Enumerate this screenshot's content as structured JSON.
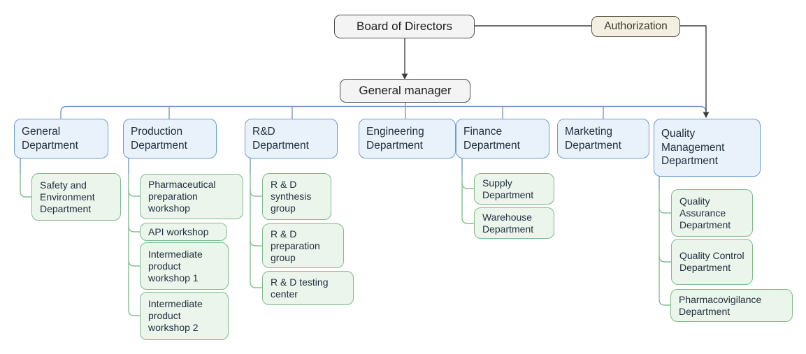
{
  "org": {
    "board": "Board of Directors",
    "authorization": "Authorization",
    "general_manager": "General manager",
    "departments": [
      {
        "label": "General Department",
        "children": [
          "Safety and Environment Department"
        ]
      },
      {
        "label": "Production Department",
        "children": [
          "Pharmaceutical preparation workshop",
          "API workshop",
          "Intermediate product workshop 1",
          "Intermediate product workshop 2"
        ]
      },
      {
        "label": "R&D Department",
        "children": [
          "R & D synthesis group",
          "R & D preparation group",
          "R & D testing center"
        ]
      },
      {
        "label": "Engineering Department",
        "children": []
      },
      {
        "label": "Finance Department",
        "children": [
          "Supply Department",
          "Warehouse Department"
        ]
      },
      {
        "label": "Marketing Department",
        "children": []
      },
      {
        "label": "Quality Management Department",
        "children": [
          "Quality Assurance Department",
          "Quality Control Department",
          "Pharmacovigilance Department"
        ]
      }
    ]
  },
  "colors": {
    "executive_box_fill": "#f4f4f4",
    "executive_box_border": "#4f4f4f",
    "authorization_box_fill": "#f3f0e2",
    "authorization_box_border": "#54523d",
    "department_box_fill": "#e9f1fb",
    "department_box_border": "#689dd3",
    "sub_box_fill": "#ebf5ec",
    "sub_box_border": "#80ba8d",
    "text_dark": "#22313e",
    "text_black": "#212121",
    "text_olive": "#3b3a2a",
    "line_black": "#3e3e3e",
    "line_blue": "#7499c6",
    "line_green": "#85bd92"
  }
}
